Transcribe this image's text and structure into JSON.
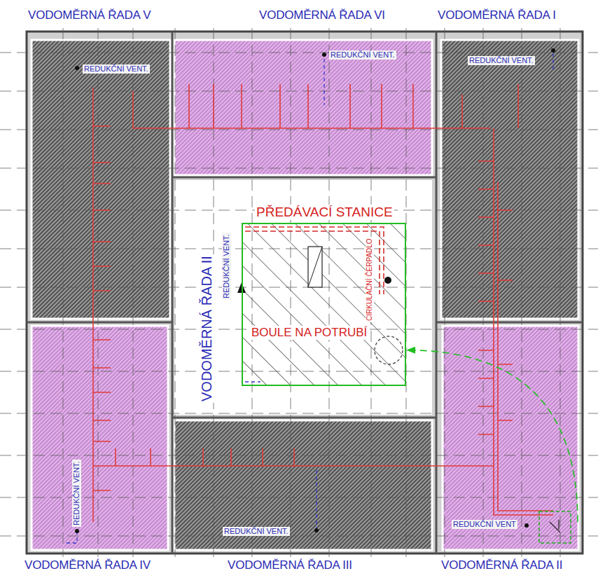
{
  "diagram": {
    "nodes": [
      {
        "text": [
          "VODOMĚRNÁ ŘADA V",
          "REDUKČNÍ VENT."
        ]
      },
      {
        "text": [
          "VODOMĚRNÁ ŘADA VI",
          "REDUKČNÍ VENT."
        ]
      },
      {
        "text": [
          "VODOMĚRNÁ ŘADA I",
          "REDUKČNÍ VENT."
        ]
      },
      {
        "text": [
          "PŘEDÁVACÍ STANICE",
          "CIRKULAČNÍ ČERPADLO",
          "BOULE NA POTRUBÍ"
        ]
      },
      {
        "text": [
          "VODOMĚRNÁ ŘADA IV",
          "REDUKČNÍ VENT."
        ]
      },
      {
        "text": [
          "VODOMĚRNÁ ŘADA III",
          "REDUKČNÍ VENT."
        ]
      },
      {
        "text": [
          "VODOMĚRNÁ ŘADA II",
          "REDUKČNÍ VENT"
        ]
      }
    ],
    "edges": [
      {
        "from": 6,
        "to": 3,
        "arrow": "to"
      }
    ],
    "labels": [
      "VODOMĚRNÁ ŘADA II",
      "REDUKČNÍ VENT."
    ]
  }
}
